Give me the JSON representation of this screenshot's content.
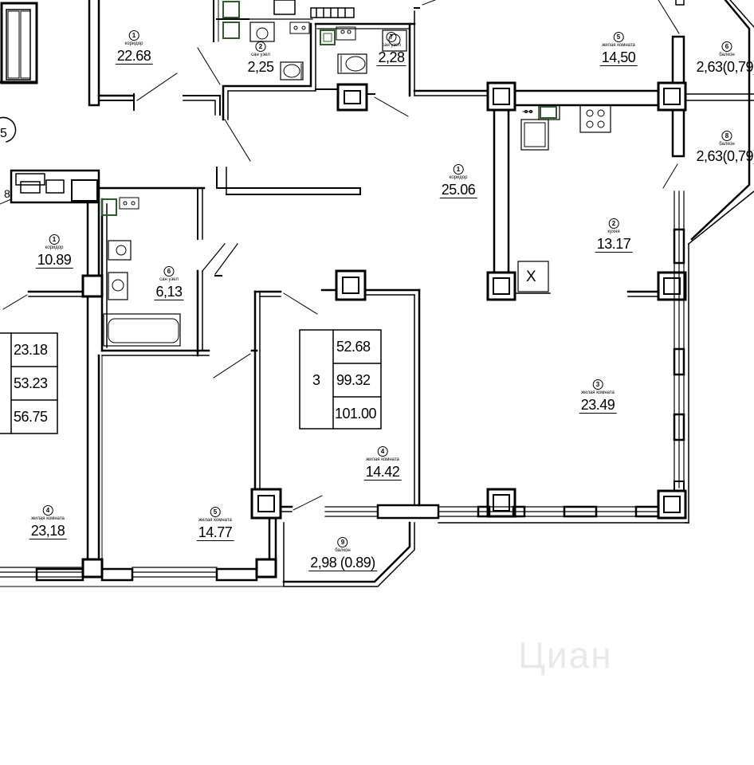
{
  "rooms": [
    {
      "id": "corridor_top",
      "num": "1",
      "type": "коридор",
      "area": "22.68"
    },
    {
      "id": "wc_2",
      "num": "2",
      "type": "сан узел",
      "area": "2,25"
    },
    {
      "id": "wc_7",
      "num": "7",
      "type": "сан узел",
      "area": "2,28"
    },
    {
      "id": "living_5_top",
      "num": "5",
      "type": "жилая комната",
      "area": "14,50"
    },
    {
      "id": "balcony_6",
      "num": "6",
      "type": "балкон",
      "area": "2,63(0,79)"
    },
    {
      "id": "balcony_8",
      "num": "8",
      "type": "балкон",
      "area": "2,63(0,79)"
    },
    {
      "id": "corridor_mid",
      "num": "1",
      "type": "коридор",
      "area": "25.06"
    },
    {
      "id": "kitchen",
      "num": "2",
      "type": "кухня",
      "area": "13.17"
    },
    {
      "id": "corridor_left",
      "num": "1",
      "type": "коридор",
      "area": "10.89"
    },
    {
      "id": "wc_6",
      "num": "6",
      "type": "сан узел",
      "area": "6,13"
    },
    {
      "id": "living_3",
      "num": "3",
      "type": "жилая комната",
      "area": "23.49"
    },
    {
      "id": "living_4_mid",
      "num": "4",
      "type": "жилая комната",
      "area": "14.42"
    },
    {
      "id": "living_4_left",
      "num": "4",
      "type": "жилая комната",
      "area": "23,18"
    },
    {
      "id": "living_5_bottom",
      "num": "5",
      "type": "жилая комната",
      "area": "14.77"
    },
    {
      "id": "balcony_9",
      "num": "9",
      "type": "балкон",
      "area": "2,98 (0.89)"
    }
  ],
  "summary_left": [
    "23.18",
    "53.23",
    "56.75"
  ],
  "summary_main": {
    "rooms": "3",
    "values": [
      "52.68",
      "99.32",
      "101.00"
    ]
  },
  "fragments": {
    "circle_label": "5",
    "left_label": "8"
  },
  "vent_mark": "X",
  "watermark": "Циан"
}
